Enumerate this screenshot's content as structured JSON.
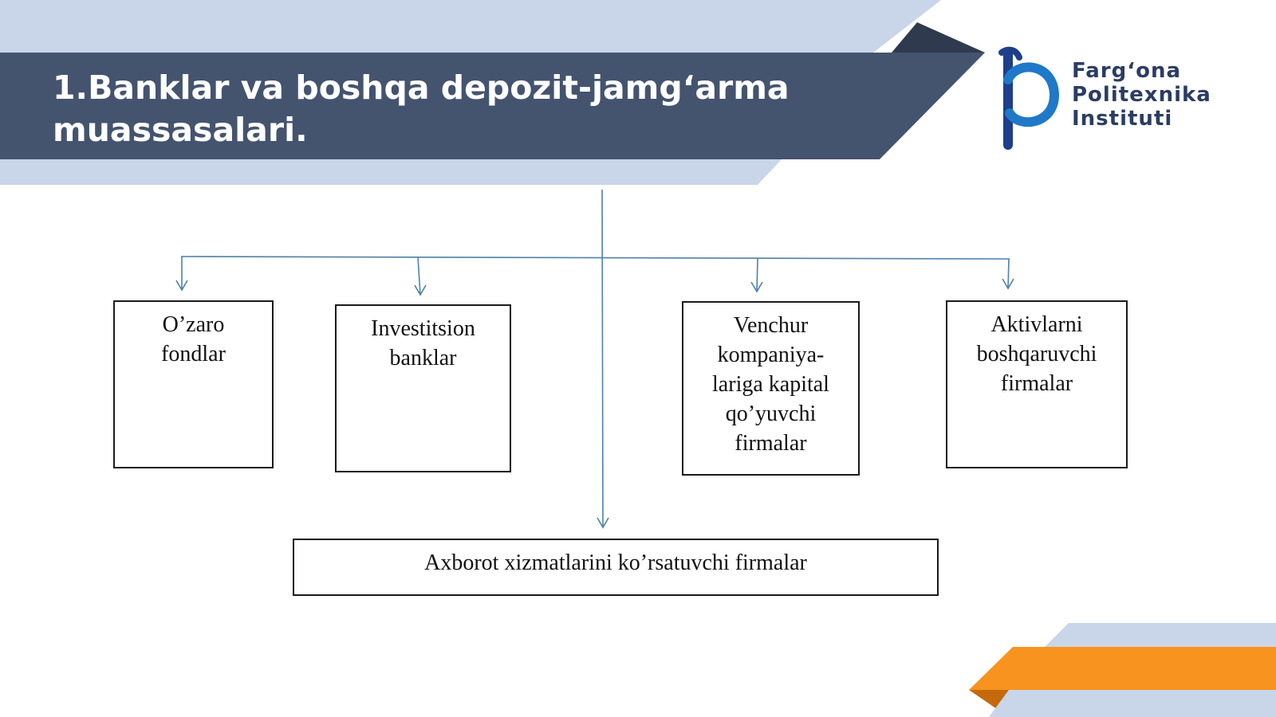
{
  "slide": {
    "title_lines": [
      "1.Banklar va boshqa depozit-jamg‘arma",
      "muassasalari."
    ]
  },
  "logo": {
    "lines": [
      "Farg‘ona",
      "Politexnika",
      "Instituti"
    ],
    "icon": "fp-monogram-icon",
    "color": "#2b3d63"
  },
  "diagram": {
    "boxes": [
      {
        "lines": [
          "O’zaro",
          "fondlar"
        ]
      },
      {
        "lines": [
          "Investitsion",
          "banklar"
        ]
      },
      {
        "lines": [
          "Venchur",
          "kompaniya-",
          "lariga kapital",
          "qo’yuvchi",
          "firmalar"
        ]
      },
      {
        "lines": [
          "Aktivlarni",
          "boshqaruvchi",
          "firmalar"
        ]
      }
    ],
    "bottom_box": {
      "text": "Axborot xizmatlarini ko’rsatuvchi firmalar"
    }
  },
  "colors": {
    "header_dark": "#44546f",
    "header_light": "#c9d5e8",
    "accent_orange": "#f7931e",
    "connector": "#4f81a8"
  }
}
